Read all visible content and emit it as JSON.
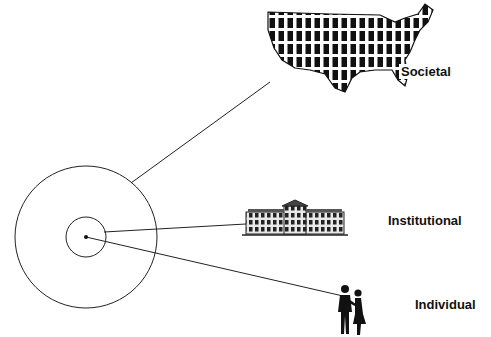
{
  "diagram": {
    "labels": [
      "Societal",
      "Institutional",
      "Individual"
    ]
  }
}
